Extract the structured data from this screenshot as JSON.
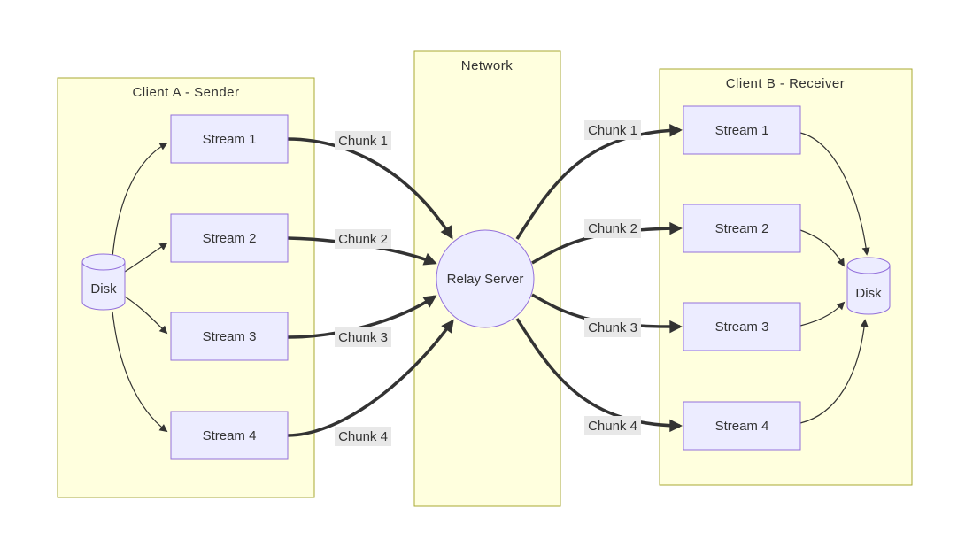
{
  "clusters": {
    "sender": {
      "title": "Client A - Sender"
    },
    "network": {
      "title": "Network"
    },
    "receiver": {
      "title": "Client B - Receiver"
    }
  },
  "sender": {
    "disk": "Disk",
    "streams": [
      "Stream 1",
      "Stream 2",
      "Stream 3",
      "Stream 4"
    ]
  },
  "network": {
    "relay": "Relay Server"
  },
  "receiver": {
    "disk": "Disk",
    "streams": [
      "Stream 1",
      "Stream 2",
      "Stream 3",
      "Stream 4"
    ]
  },
  "edges": {
    "sender_chunks": [
      "Chunk 1",
      "Chunk 2",
      "Chunk 3",
      "Chunk 4"
    ],
    "receiver_chunks": [
      "Chunk 1",
      "Chunk 2",
      "Chunk 3",
      "Chunk 4"
    ]
  },
  "colors": {
    "cluster_fill": "#ffffde",
    "cluster_border": "#aaaa33",
    "node_fill": "#ececff",
    "node_border": "#9370db",
    "edge_label_bg": "#e8e8e8",
    "arrow": "#333333",
    "text": "#333333"
  }
}
